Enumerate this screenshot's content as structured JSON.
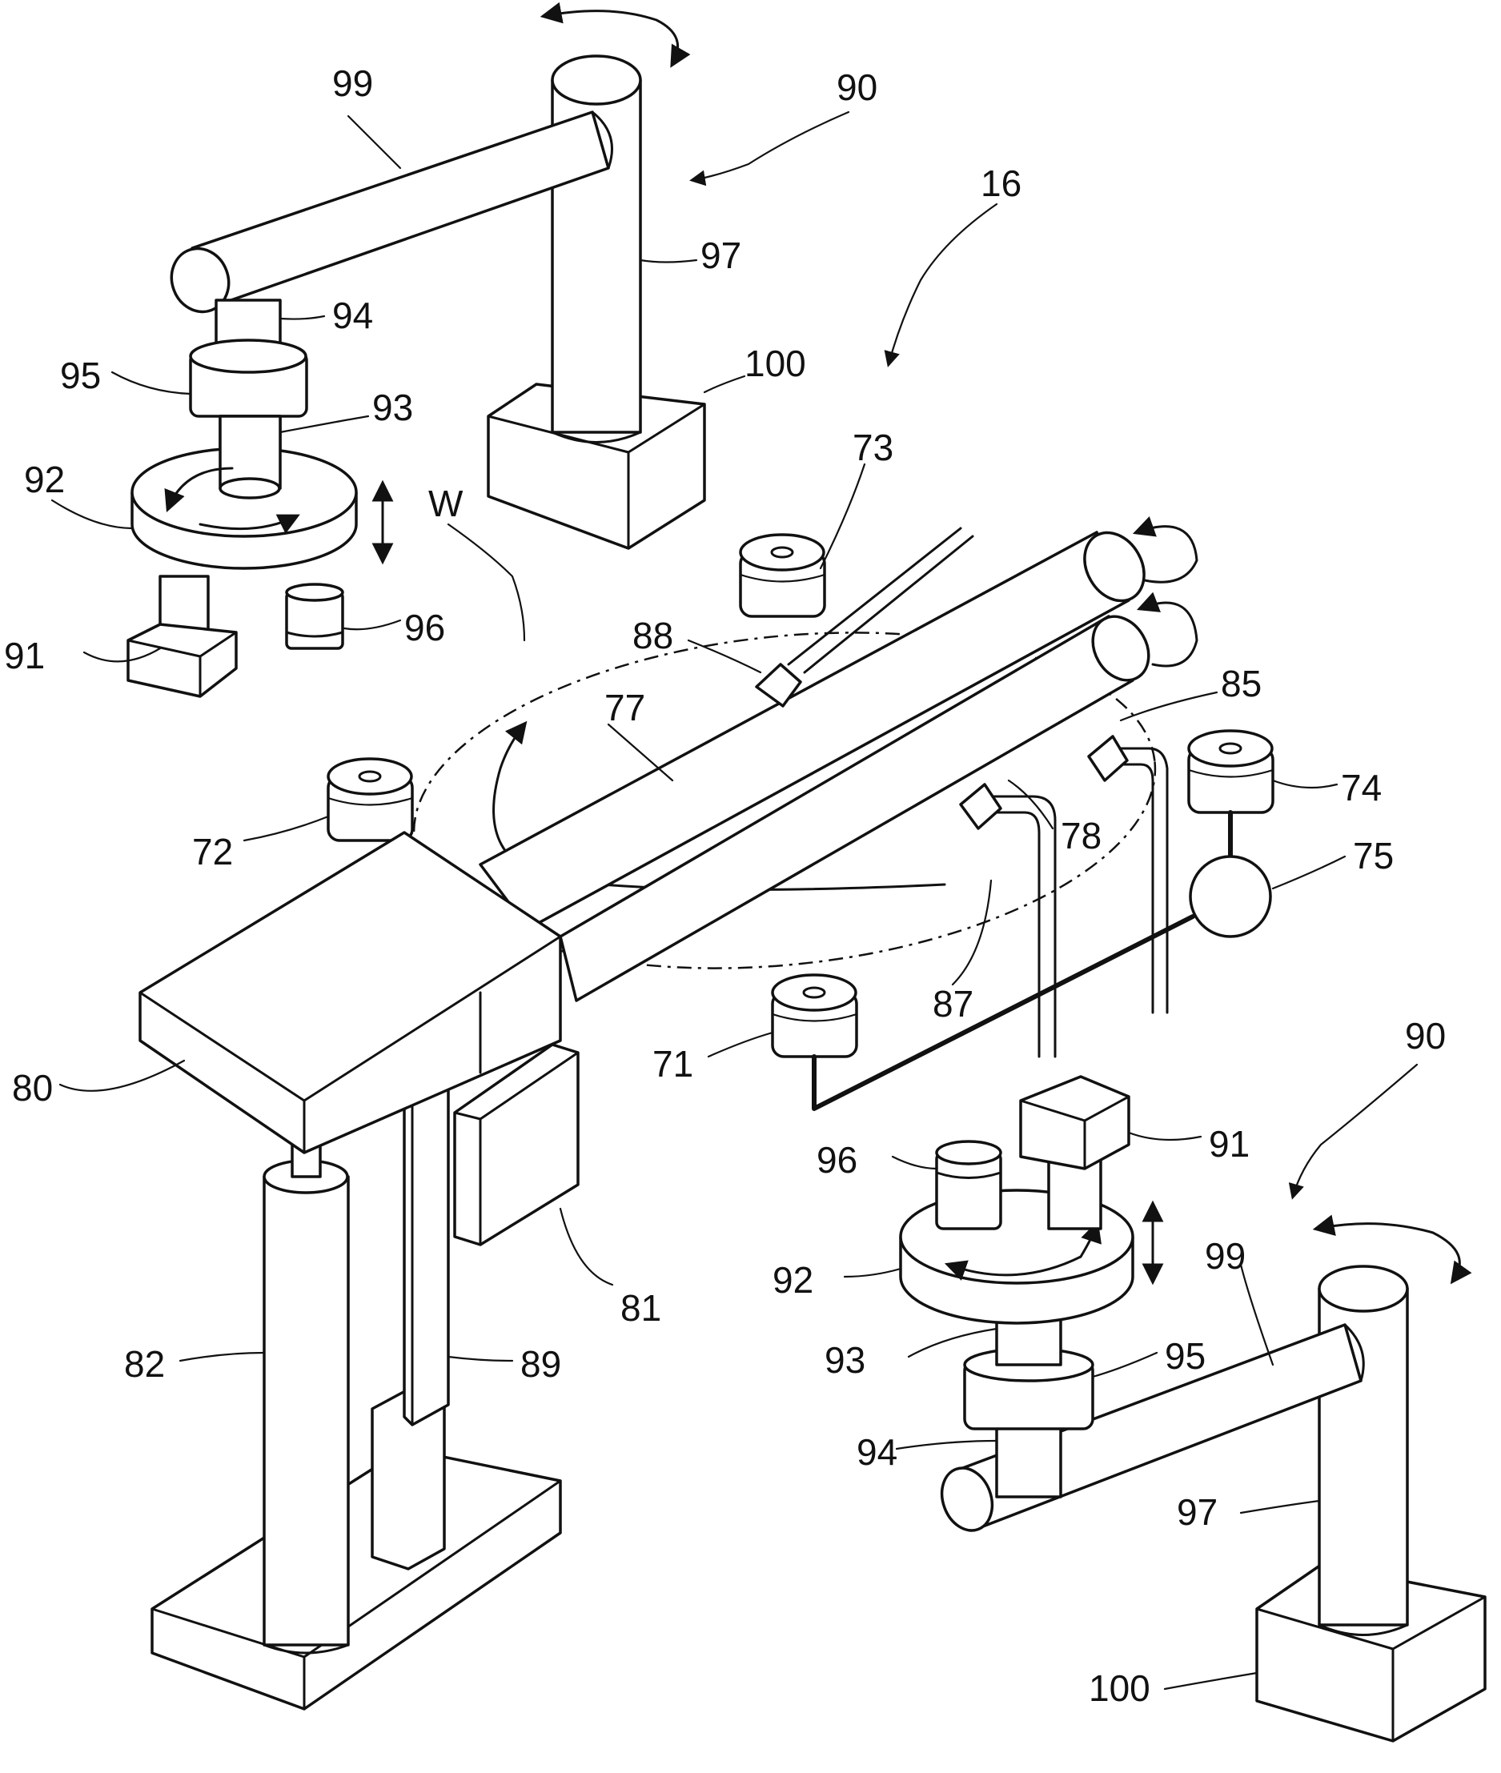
{
  "figure": {
    "labels": {
      "l16": "16",
      "l99a": "99",
      "l90a": "90",
      "l97a": "97",
      "l94a": "94",
      "l100a": "100",
      "l95a": "95",
      "l93a": "93",
      "l92a": "92",
      "lW": "W",
      "l73": "73",
      "l91a": "91",
      "l96a": "96",
      "l88": "88",
      "l85": "85",
      "l77": "77",
      "l74": "74",
      "l72": "72",
      "l78": "78",
      "l75": "75",
      "l87": "87",
      "l71": "71",
      "l90b": "90",
      "l80": "80",
      "l91b": "91",
      "l96b": "96",
      "l81": "81",
      "l92b": "92",
      "l99b": "99",
      "l82": "82",
      "l89": "89",
      "l93b": "93",
      "l95b": "95",
      "l94b": "94",
      "l97b": "97",
      "l100b": "100"
    }
  }
}
